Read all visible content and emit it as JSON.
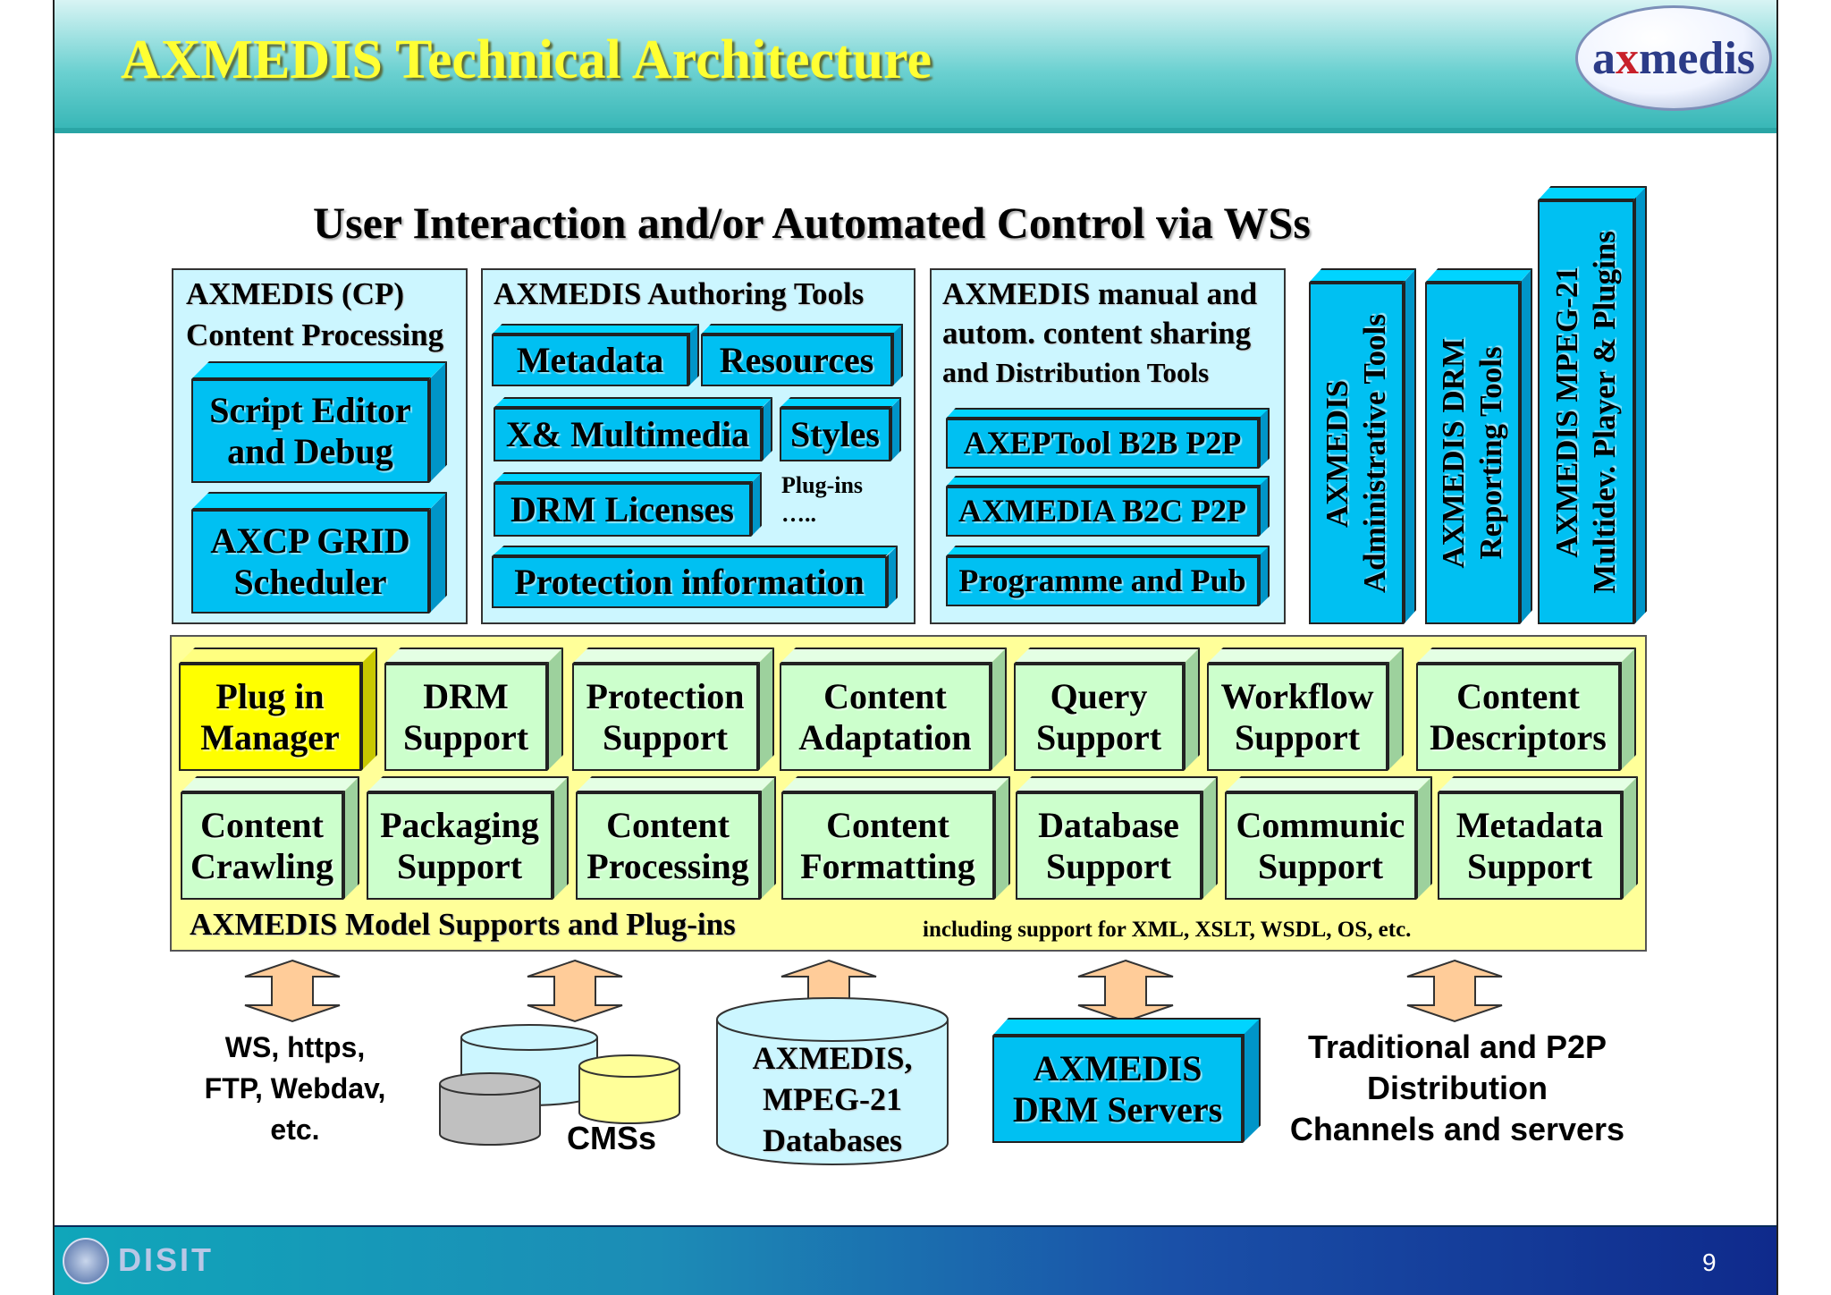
{
  "header": {
    "title": "AXMEDIS Technical Architecture",
    "logo_text_a": "a",
    "logo_text_x": "x",
    "logo_text_rest": "medis"
  },
  "main_heading": "User Interaction and/or Automated Control via WSs",
  "panel_cp": {
    "title_line1": "AXMEDIS (CP)",
    "title_line2": "Content Processing",
    "script_editor": [
      "Script Editor",
      "and Debug"
    ],
    "grid": [
      "AXCP GRID",
      "Scheduler"
    ]
  },
  "panel_authoring": {
    "title": "AXMEDIS Authoring Tools",
    "metadata": "Metadata",
    "resources": "Resources",
    "multimedia": "X& Multimedia",
    "styles": "Styles",
    "drm_licenses": "DRM Licenses",
    "plugins": "Plug-ins",
    "plugins_dots": "…..",
    "protection": "Protection information"
  },
  "panel_sharing": {
    "title_line1": "AXMEDIS manual and",
    "title_line2": "autom. content sharing",
    "title_line3_a": "and",
    "title_line3_b": "Distribution Tools",
    "axeptool": "AXEPTool B2B P2P",
    "axmedia": "AXMEDIA B2C P2P",
    "programme": "Programme and Pub"
  },
  "vertical_boxes": {
    "admin": [
      "AXMEDIS",
      "Administrative Tools"
    ],
    "drm": [
      "AXMEDIS DRM",
      "Reporting Tools"
    ],
    "mpeg": [
      "AXMEDIS MPEG-21",
      "Multidev. Player & Plugins"
    ]
  },
  "model_row1": [
    [
      "Plug in",
      "Manager"
    ],
    [
      "DRM",
      "Support"
    ],
    [
      "Protection",
      "Support"
    ],
    [
      "Content",
      "Adaptation"
    ],
    [
      "Query",
      "Support"
    ],
    [
      "Workflow",
      "Support"
    ],
    [
      "Content",
      "Descriptors"
    ]
  ],
  "model_row2": [
    [
      "Content",
      "Crawling"
    ],
    [
      "Packaging",
      "Support"
    ],
    [
      "Content",
      "Processing"
    ],
    [
      "Content",
      "Formatting"
    ],
    [
      "Database",
      "Support"
    ],
    [
      "Communic",
      "Support"
    ],
    [
      "Metadata",
      "Support"
    ]
  ],
  "model_label": "AXMEDIS Model Supports and Plug-ins",
  "model_note": "including support for  XML, XSLT, WSDL, OS, etc.",
  "bottom": {
    "protocols": [
      "WS, https,",
      "FTP, Webdav,",
      "etc."
    ],
    "cms": "CMSs",
    "databases": [
      "AXMEDIS,",
      "MPEG-21",
      "Databases"
    ],
    "drm_servers": [
      "AXMEDIS",
      "DRM Servers"
    ],
    "distribution": [
      "Traditional and P2P",
      "Distribution",
      "Channels and servers"
    ]
  },
  "footer": {
    "logo_text": "DISIT",
    "page_number": "9"
  },
  "colors": {
    "title": "#ffff33",
    "cyan_box": "#00c0f2",
    "green_box": "#ccffcc",
    "yellow_box": "#ffff00",
    "panel": "#ccf6ff",
    "model_area": "#ffff99",
    "arrow": "#ffcc99"
  }
}
